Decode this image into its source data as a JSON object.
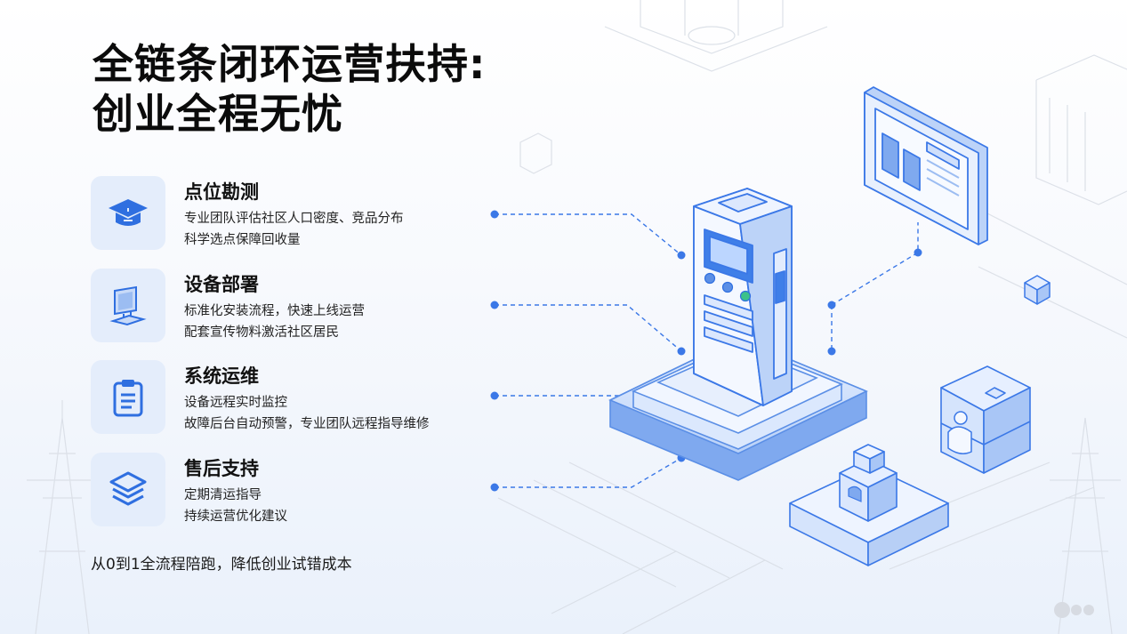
{
  "title": {
    "line1": "全链条闭环运营扶持:",
    "line2": "创业全程无忧"
  },
  "features": [
    {
      "icon": "graduation-cap-icon",
      "title": "点位勘测",
      "line1": "专业团队评估社区人口密度、竞品分布",
      "line2": "科学选点保障回收量"
    },
    {
      "icon": "monitor-icon",
      "title": "设备部署",
      "line1": "标准化安装流程，快速上线运营",
      "line2": "配套宣传物料激活社区居民"
    },
    {
      "icon": "clipboard-icon",
      "title": "系统运维",
      "line1": "设备远程实时监控",
      "line2": "故障后台自动预警，专业团队远程指导维修"
    },
    {
      "icon": "layers-icon",
      "title": "售后支持",
      "line1": "定期清运指导",
      "line2": "持续运营优化建议"
    }
  ],
  "tagline": "从0到1全流程陪跑，降低创业试错成本",
  "colors": {
    "accent": "#3b78e7",
    "icon_bg": "#e4edfb",
    "line": "#5b8fe6"
  }
}
